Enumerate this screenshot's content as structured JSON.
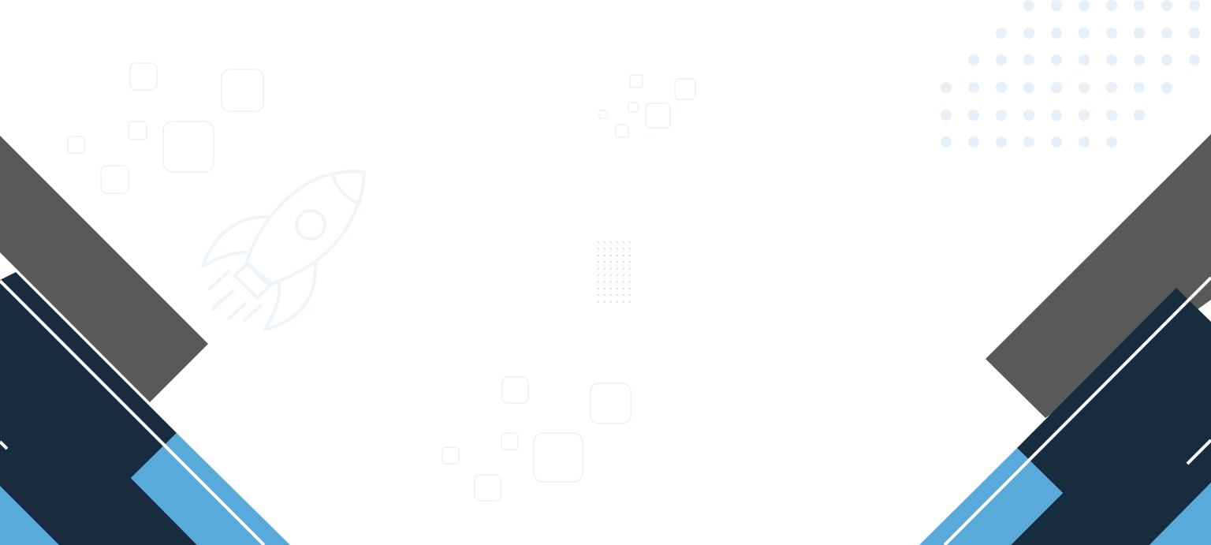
{
  "theme": {
    "background": "#ffffff",
    "navy": "#182c40",
    "gray": "#595959",
    "blue": "#5aa9db",
    "stripe": "#ffffff",
    "faint_outline": "#eef5fa",
    "dot": "#e6f0f9",
    "dot_grid_small": "#c8d2dc"
  },
  "decorations": {
    "left_corner": "diagonal-band-graphic",
    "right_corner": "diagonal-band-graphic",
    "rocket": "rocket-icon",
    "dot_grid": "dot-grid-pattern"
  }
}
